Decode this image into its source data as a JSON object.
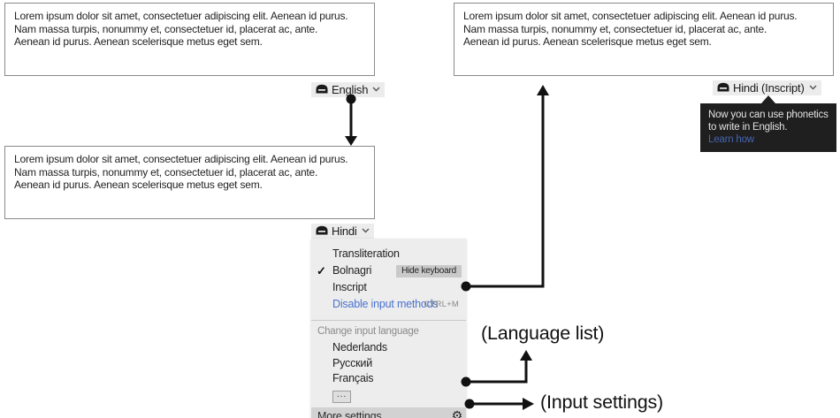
{
  "colors": {
    "accent_blue": "#4a72cf",
    "tooltip_bg": "#1f1f1f",
    "tooltip_link_blue": "#4666b3",
    "menu_bg": "#ededed",
    "button_bg": "#ececec",
    "more_settings_bg": "#d2d2d2",
    "arrow_black": "#111111"
  },
  "textboxes": {
    "top_left": "Lorem ipsum dolor sit amet, consectetuer adipiscing elit. Aenean id purus.\nNam massa turpis, nonummy et, consectetuer id, placerat ac, ante.\nAenean id purus. Aenean scelerisque metus eget sem.",
    "bottom_left": "Lorem ipsum dolor sit amet, consectetuer adipiscing elit. Aenean id purus.\nNam massa turpis, nonummy et, consectetuer id, placerat ac, ante.\nAenean id purus. Aenean scelerisque metus eget sem.",
    "top_right": "Lorem ipsum dolor sit amet, consectetuer adipiscing elit. Aenean id purus.\nNam massa turpis, nonummy et, consectetuer id, placerat ac, ante.\nAenean id purus. Aenean scelerisque metus eget sem."
  },
  "language_buttons": {
    "english": {
      "label": "English"
    },
    "hindi": {
      "label": "Hindi"
    },
    "hindi_inscript": {
      "label": "Hindi (Inscript)"
    }
  },
  "menu": {
    "items": [
      {
        "label": "Transliteration"
      },
      {
        "label": "Bolnagri",
        "check_glyph": "✓",
        "action_label": "Hide keyboard"
      },
      {
        "label": "Inscript"
      },
      {
        "label": "Disable input methods",
        "shortcut": "CTRL+M"
      }
    ],
    "section_header": "Change input language",
    "languages": [
      "Nederlands",
      "Русский",
      "Français"
    ],
    "more_languages_label": "...",
    "more_settings_label": "More settings",
    "gear_glyph": "⚙"
  },
  "tooltip": {
    "message": "Now you can use phonetics\nto write in English.",
    "link_label": "Learn how"
  },
  "annotations": {
    "language_list": "(Language list)",
    "input_settings": "(Input settings)"
  }
}
